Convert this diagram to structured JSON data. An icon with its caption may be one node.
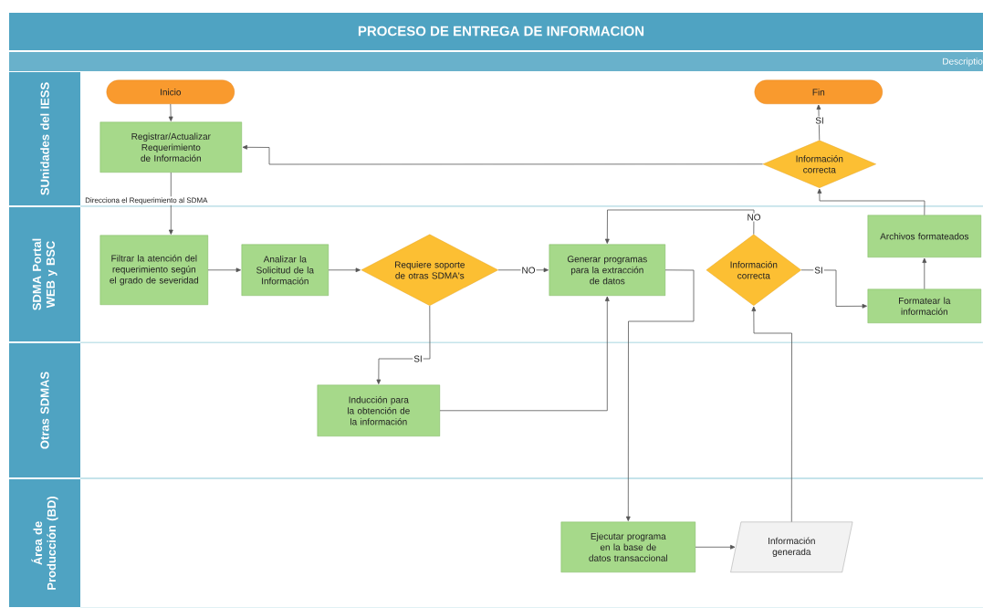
{
  "diagram": {
    "title": "PROCESO DE ENTREGA DE INFORMACION",
    "nodes": [
      {
        "text": [
          "SUnidades del IESS"
        ]
      },
      {
        "text": [
          "SDMA Portal WEB y BSC"
        ]
      },
      {
        "text": [
          "Otras SDMAS"
        ]
      },
      {
        "text": [
          "Área de Producción (BD)"
        ]
      },
      {
        "text": [
          "Inicio"
        ],
        "in": 0
      },
      {
        "text": [
          "Registrar/Actualizar Requerimiento de Información"
        ],
        "in": 0
      },
      {
        "text": [
          "Fin"
        ],
        "in": 0
      },
      {
        "text": [
          "Información correcta"
        ],
        "in": 0
      },
      {
        "text": [
          "Filtrar la atención del requerimiento según el grado de severidad"
        ],
        "in": 1
      },
      {
        "text": [
          "Analizar la Solicitud de la Información"
        ],
        "in": 1
      },
      {
        "text": [
          "Requiere soporte de otras SDMA's"
        ],
        "in": 1
      },
      {
        "text": [
          "Generar programas para la extracción de datos"
        ],
        "in": 1
      },
      {
        "text": [
          "Información correcta"
        ],
        "in": 1
      },
      {
        "text": [
          "Archivos formateados"
        ],
        "in": 1
      },
      {
        "text": [
          "Formatear la información"
        ],
        "in": 1
      },
      {
        "text": [
          "Inducción para la obtención de la información"
        ],
        "in": 2
      },
      {
        "text": [
          "Ejecutar programa en la base de datos transaccional"
        ],
        "in": 3
      },
      {
        "text": [
          "Información generada"
        ],
        "in": 3
      }
    ],
    "edges": [
      {
        "from": 4,
        "to": 5,
        "arrow": "to"
      },
      {
        "from": 5,
        "to": 8,
        "arrow": "to",
        "label": "Direcciona el Requerimiento al SDMA"
      },
      {
        "from": 8,
        "to": 9,
        "arrow": "to"
      },
      {
        "from": 9,
        "to": 10,
        "arrow": "to"
      },
      {
        "from": 10,
        "to": 11,
        "arrow": "to",
        "label": "NO"
      },
      {
        "from": 10,
        "to": 15,
        "arrow": "to",
        "label": "SI"
      },
      {
        "from": 15,
        "to": 11,
        "arrow": "to"
      },
      {
        "from": 11,
        "to": 16,
        "arrow": "to"
      },
      {
        "from": 16,
        "to": 17,
        "arrow": "to"
      },
      {
        "from": 17,
        "to": 12,
        "arrow": "to"
      },
      {
        "from": 12,
        "to": 11,
        "arrow": "to",
        "label": "NO"
      },
      {
        "from": 12,
        "to": 14,
        "arrow": "to",
        "label": "SI"
      },
      {
        "from": 14,
        "to": 13,
        "arrow": "to"
      },
      {
        "from": 13,
        "to": 7,
        "arrow": "to"
      },
      {
        "from": 7,
        "to": 6,
        "arrow": "to",
        "label": "SI"
      },
      {
        "from": 7,
        "to": 5,
        "arrow": "to"
      }
    ],
    "labels": [
      "Descriptio"
    ]
  }
}
